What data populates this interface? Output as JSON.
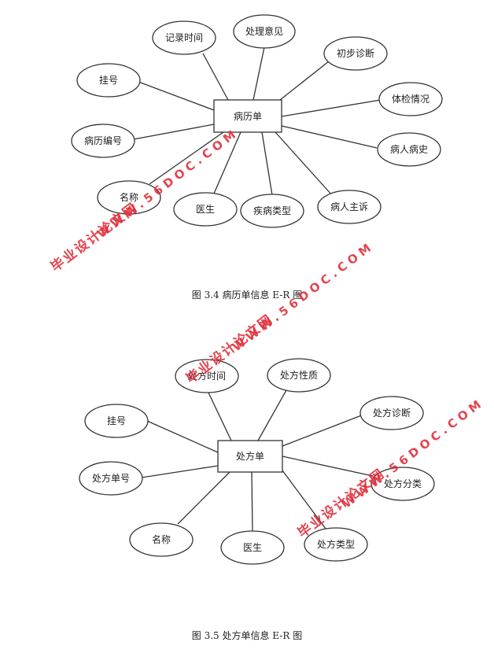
{
  "diagram1": {
    "entity": "病历单",
    "attributes": [
      "记录时间",
      "处理意见",
      "初步诊断",
      "挂号",
      "体检情况",
      "病历编号",
      "病人病史",
      "名称",
      "医生",
      "疾病类型",
      "病人主诉"
    ],
    "caption": "图 3.4  病历单信息 E-R 图"
  },
  "diagram2": {
    "entity": "处方单",
    "attributes": [
      "处方时间",
      "处方性质",
      "挂号",
      "处方诊断",
      "处方单号",
      "处方分类",
      "名称",
      "医生",
      "处方类型"
    ],
    "caption": "图 3.5  处方单信息 E-R 图"
  },
  "watermark": {
    "cn": "毕业设计论文网",
    "url": "www.56doc.com",
    "color": "#e0303c"
  }
}
